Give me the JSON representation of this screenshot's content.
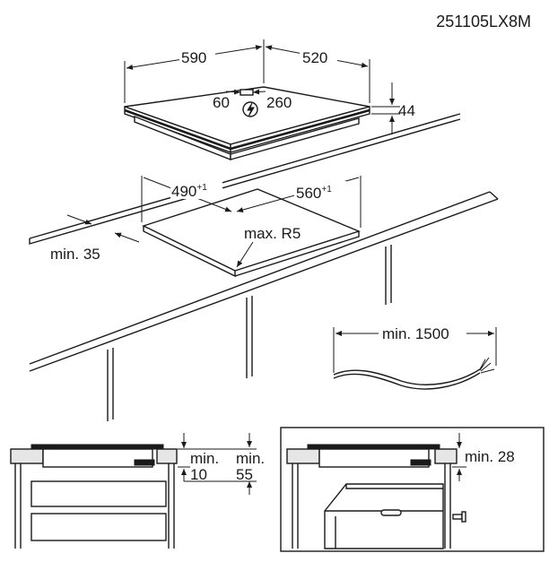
{
  "code": "251105LX8M",
  "hob": {
    "width": "590",
    "depth": "520",
    "height": "44",
    "cable_offset": "60",
    "cable_depth": "260"
  },
  "cutout": {
    "width": "490",
    "width_tol": "+1",
    "depth": "560",
    "depth_tol": "+1",
    "corner_radius": "max. R5",
    "edge_distance": "min. 35"
  },
  "cable": {
    "length": "min. 1500"
  },
  "installation_drawer": {
    "clearance_top_a": "min.",
    "clearance_top_b": "10",
    "clearance_side_a": "min.",
    "clearance_side_b": "55"
  },
  "installation_oven": {
    "clearance": "min. 28"
  }
}
